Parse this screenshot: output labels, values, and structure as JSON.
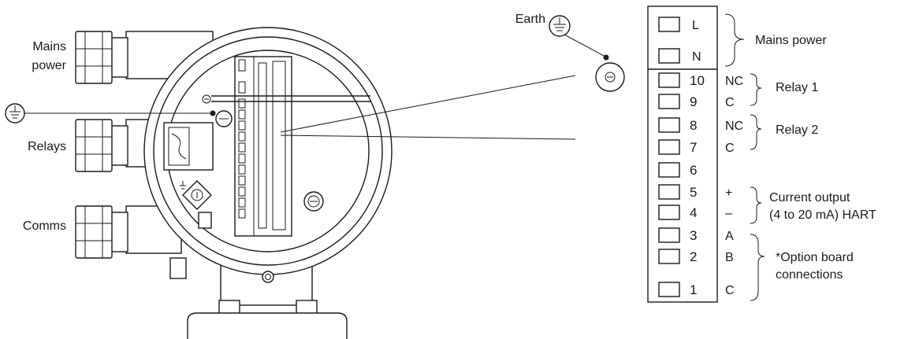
{
  "labels": {
    "mains_power_left": [
      "Mains",
      "power"
    ],
    "relays": "Relays",
    "comms": "Comms",
    "earth": "Earth",
    "mains_power_right": "Mains power",
    "relay1": "Relay 1",
    "relay2": "Relay 2",
    "current_output": [
      "Current output",
      "(4 to 20 mA) HART"
    ],
    "option_board": [
      "*Option board",
      "connections"
    ]
  },
  "terminals": [
    {
      "num": "",
      "code": "L"
    },
    {
      "num": "",
      "code": "N"
    },
    {
      "num": "10",
      "code": "NC"
    },
    {
      "num": "9",
      "code": "C"
    },
    {
      "num": "8",
      "code": "NC"
    },
    {
      "num": "7",
      "code": "C"
    },
    {
      "num": "6",
      "code": ""
    },
    {
      "num": "5",
      "code": "+"
    },
    {
      "num": "4",
      "code": "–"
    },
    {
      "num": "3",
      "code": "A"
    },
    {
      "num": "2",
      "code": "B"
    },
    {
      "num": "1",
      "code": "C"
    }
  ]
}
